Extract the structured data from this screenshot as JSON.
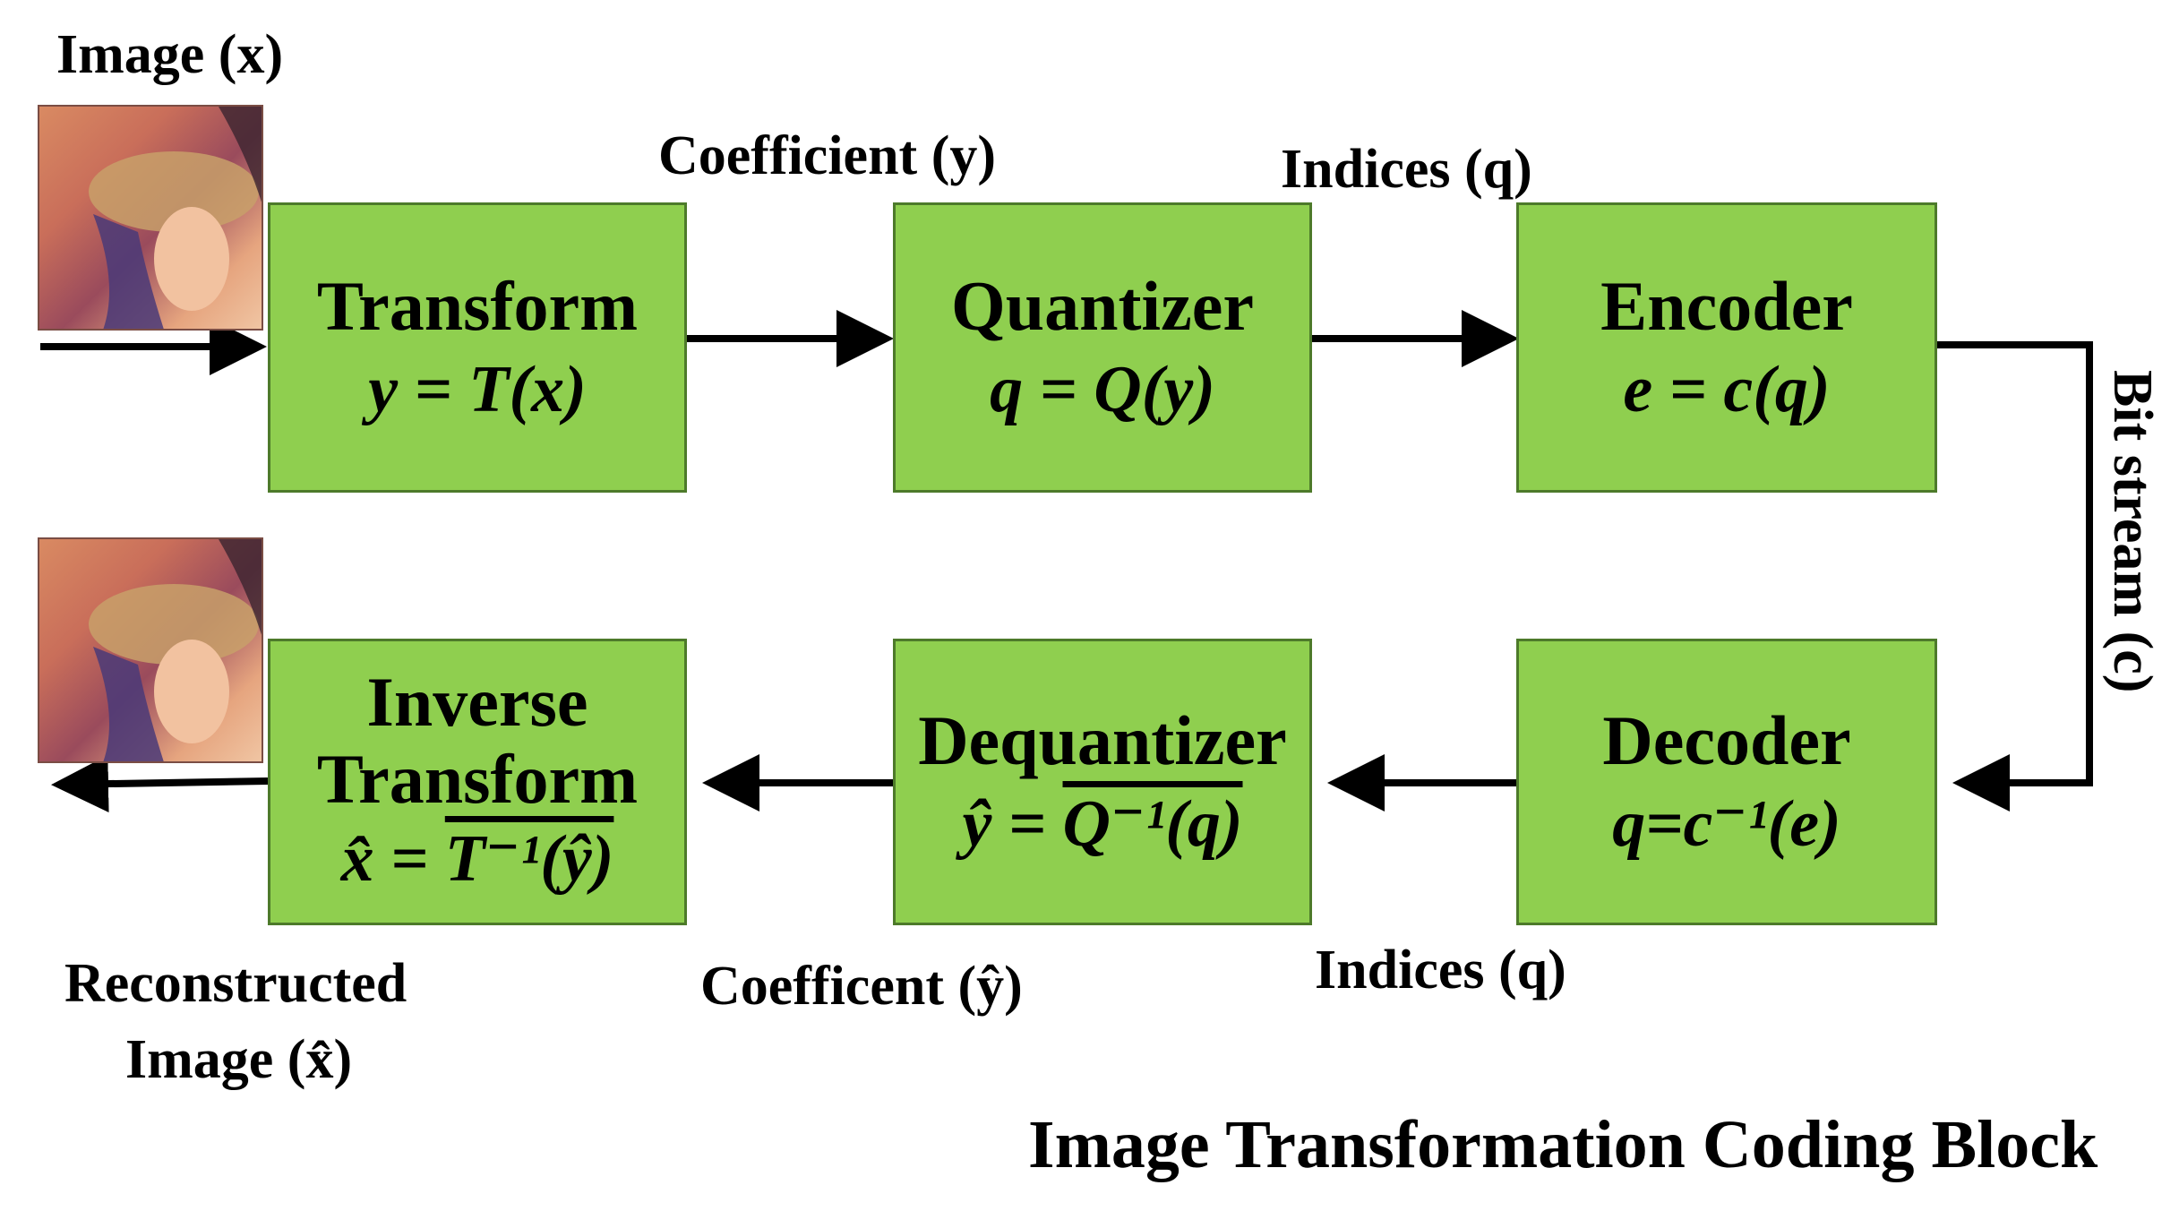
{
  "top": {
    "image_label": "Image (x)",
    "coefficient_label": "Coefficient (y)",
    "indices_label": "Indices (q)"
  },
  "side": {
    "bitstream_label": "Bit stream (c)"
  },
  "bottom": {
    "reconstructed_line1": "Reconstructed",
    "reconstructed_line2": "Image (x̂)",
    "coefficient_label": "Coefficent (ŷ)",
    "indices_label": "Indices (q)"
  },
  "boxes": {
    "transform": {
      "name": "Transform",
      "eq": "y = T(x)"
    },
    "quantizer": {
      "name": "Quantizer",
      "eq": "q = Q(y)"
    },
    "encoder": {
      "name": "Encoder",
      "eq": "e = c(q)"
    },
    "inverse": {
      "name1": "Inverse",
      "name2": "Transform",
      "eq_lhs": "x̂ = ",
      "eq_rhs": "T⁻¹(ŷ)"
    },
    "dequantizer": {
      "name": "Dequantizer",
      "eq_lhs": "ŷ = ",
      "eq_rhs": "Q⁻¹(q)"
    },
    "decoder": {
      "name": "Decoder",
      "eq": "q=c⁻¹(e)"
    }
  },
  "caption": "Image Transformation Coding Block",
  "colors": {
    "box_fill": "#8fcf4f",
    "box_border": "#4d7a2a",
    "arrow": "#000000"
  }
}
